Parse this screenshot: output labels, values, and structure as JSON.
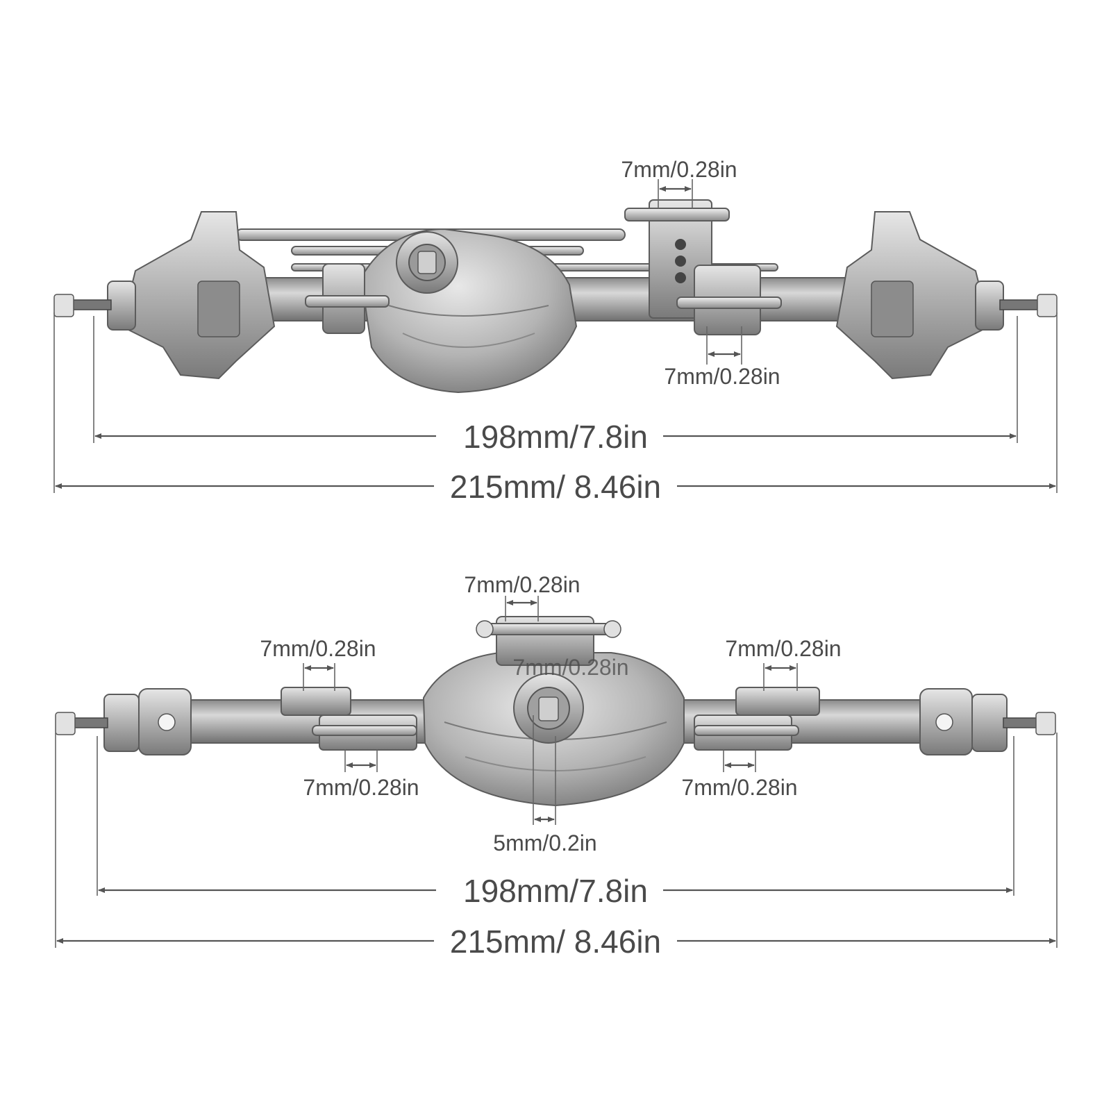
{
  "colors": {
    "background": "#ffffff",
    "metal_light": "#d4d4d4",
    "metal_mid": "#a8a8a8",
    "metal_dark": "#6e6e6e",
    "line": "#555555",
    "text": "#4a4a4a"
  },
  "front_axle": {
    "link_mount_top": "7mm/0.28in",
    "link_mount_bottom": "7mm/0.28in",
    "inner_width": "198mm/7.8in",
    "overall_width": "215mm/ 8.46in"
  },
  "rear_axle": {
    "top_mount": "7mm/0.28in",
    "top_mount_center": "7mm/0.28in",
    "left_upper_mount": "7mm/0.28in",
    "right_upper_mount": "7mm/0.28in",
    "left_lower_mount": "7mm/0.28in",
    "right_lower_mount": "7mm/0.28in",
    "pinion_offset": "5mm/0.2in",
    "inner_width": "198mm/7.8in",
    "overall_width": "215mm/ 8.46in"
  }
}
